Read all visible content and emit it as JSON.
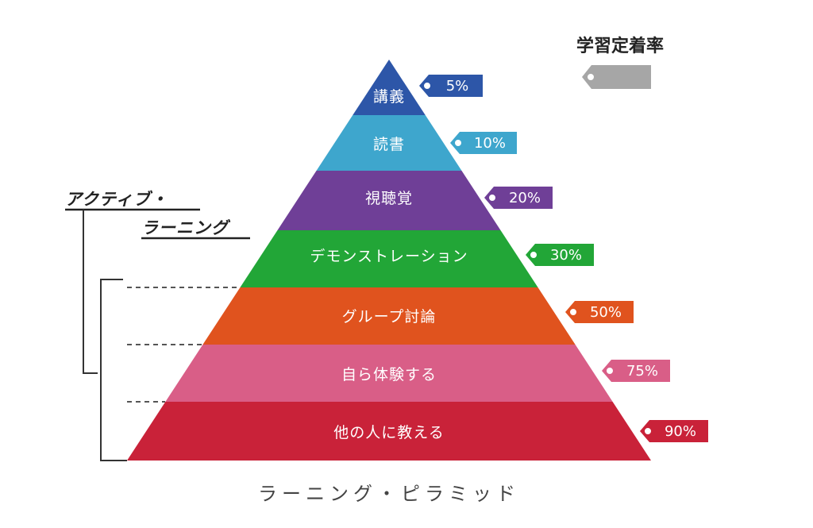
{
  "legend": {
    "title": "学習定着率",
    "tag_color": "#a6a6a6"
  },
  "active_learning": {
    "line1": "アクティブ・",
    "line2": "ラーニング"
  },
  "levels": [
    {
      "label": "講義",
      "retention": "5%",
      "color": "#2d56a8"
    },
    {
      "label": "読書",
      "retention": "10%",
      "color": "#3ea6cd"
    },
    {
      "label": "視聴覚",
      "retention": "20%",
      "color": "#6f3f97"
    },
    {
      "label": "デモンストレーション",
      "retention": "30%",
      "color": "#22a637"
    },
    {
      "label": "グループ討論",
      "retention": "50%",
      "color": "#e0531e"
    },
    {
      "label": "自ら体験する",
      "retention": "75%",
      "color": "#d95e87"
    },
    {
      "label": "他の人に教える",
      "retention": "90%",
      "color": "#c92239"
    }
  ],
  "bottom_title": "ラーニング・ピラミッド"
}
